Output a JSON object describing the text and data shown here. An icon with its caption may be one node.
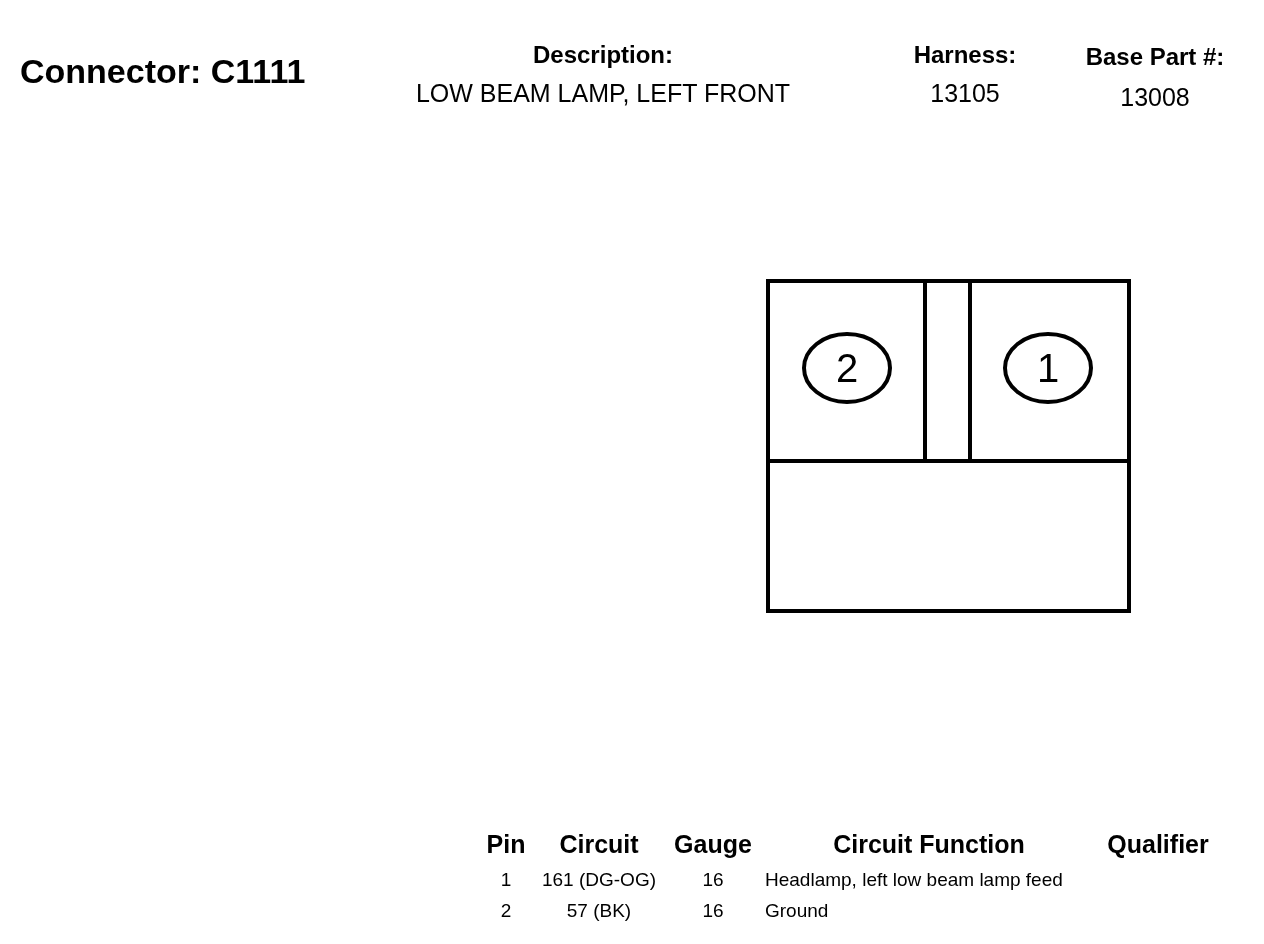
{
  "diagram": {
    "title": "Connector: C1111",
    "nodes": [
      {
        "text": [
          "2"
        ]
      },
      {
        "text": [
          "1"
        ]
      }
    ],
    "labels": [
      "Description:",
      "LOW BEAM LAMP, LEFT FRONT",
      "Harness:",
      "13105",
      "Base Part #:",
      "13008",
      "Pin",
      "Circuit",
      "Gauge",
      "Circuit Function",
      "Qualifier",
      "1",
      "161 (DG-OG)",
      "16",
      "Headlamp, left low beam lamp feed",
      "2",
      "57 (BK)",
      "16",
      "Ground"
    ]
  }
}
